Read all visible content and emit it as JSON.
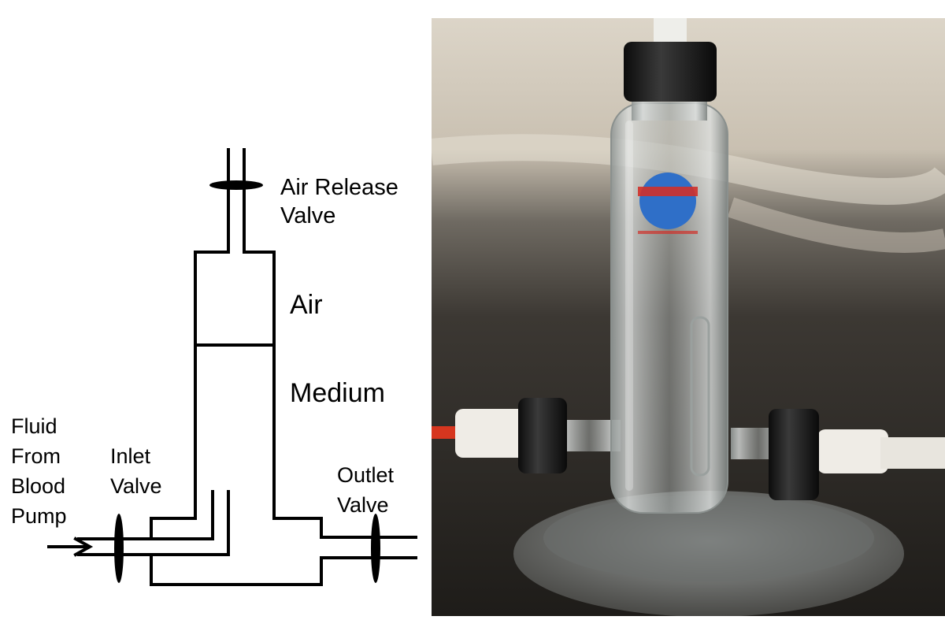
{
  "diagram": {
    "labels": {
      "air_release_valve": [
        "Air Release",
        "Valve"
      ],
      "air": "Air",
      "medium": "Medium",
      "fluid_source": [
        "Fluid",
        "From",
        "Blood",
        "Pump"
      ],
      "inlet_valve": [
        "Inlet",
        "Valve"
      ],
      "outlet_valve": [
        "Outlet",
        "Valve"
      ]
    },
    "colors": {
      "line": "#000000",
      "background": "#ffffff"
    }
  },
  "photo": {
    "subject": "glass-bubble-trap-photo",
    "colors": {
      "background_top": "#d9d2c5",
      "background_dark": "#2a2622",
      "cap": "#141414",
      "glass": "#cfd3d2",
      "label_blue": "#2f6fc8",
      "label_red": "#d0302a",
      "tube": "#e8e5de",
      "tube_red": "#d6361f"
    }
  }
}
